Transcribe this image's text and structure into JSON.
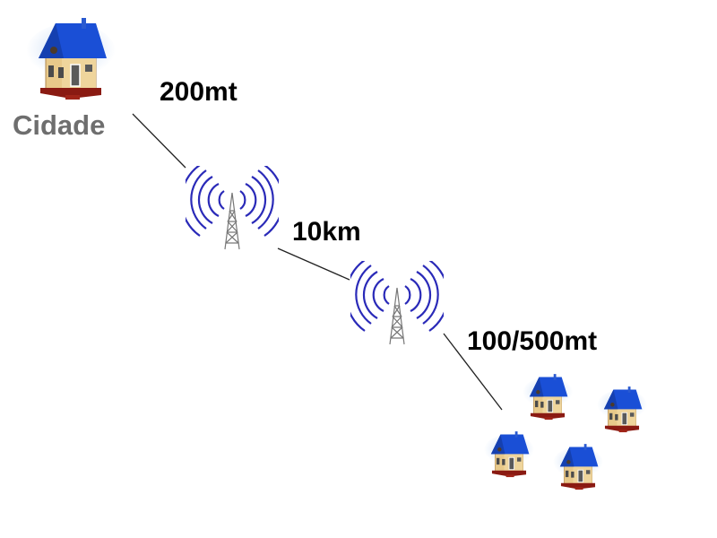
{
  "city_label": "Cidade",
  "distances": {
    "city_to_tower1": "200mt",
    "tower1_to_tower2": "10km",
    "tower2_to_homes": "100/500mt"
  },
  "colors": {
    "roof": "#1a4fd6",
    "wall": "#e8c98a",
    "base": "#8a1a12",
    "signal": "#2a2ab8",
    "tower": "#777777"
  }
}
